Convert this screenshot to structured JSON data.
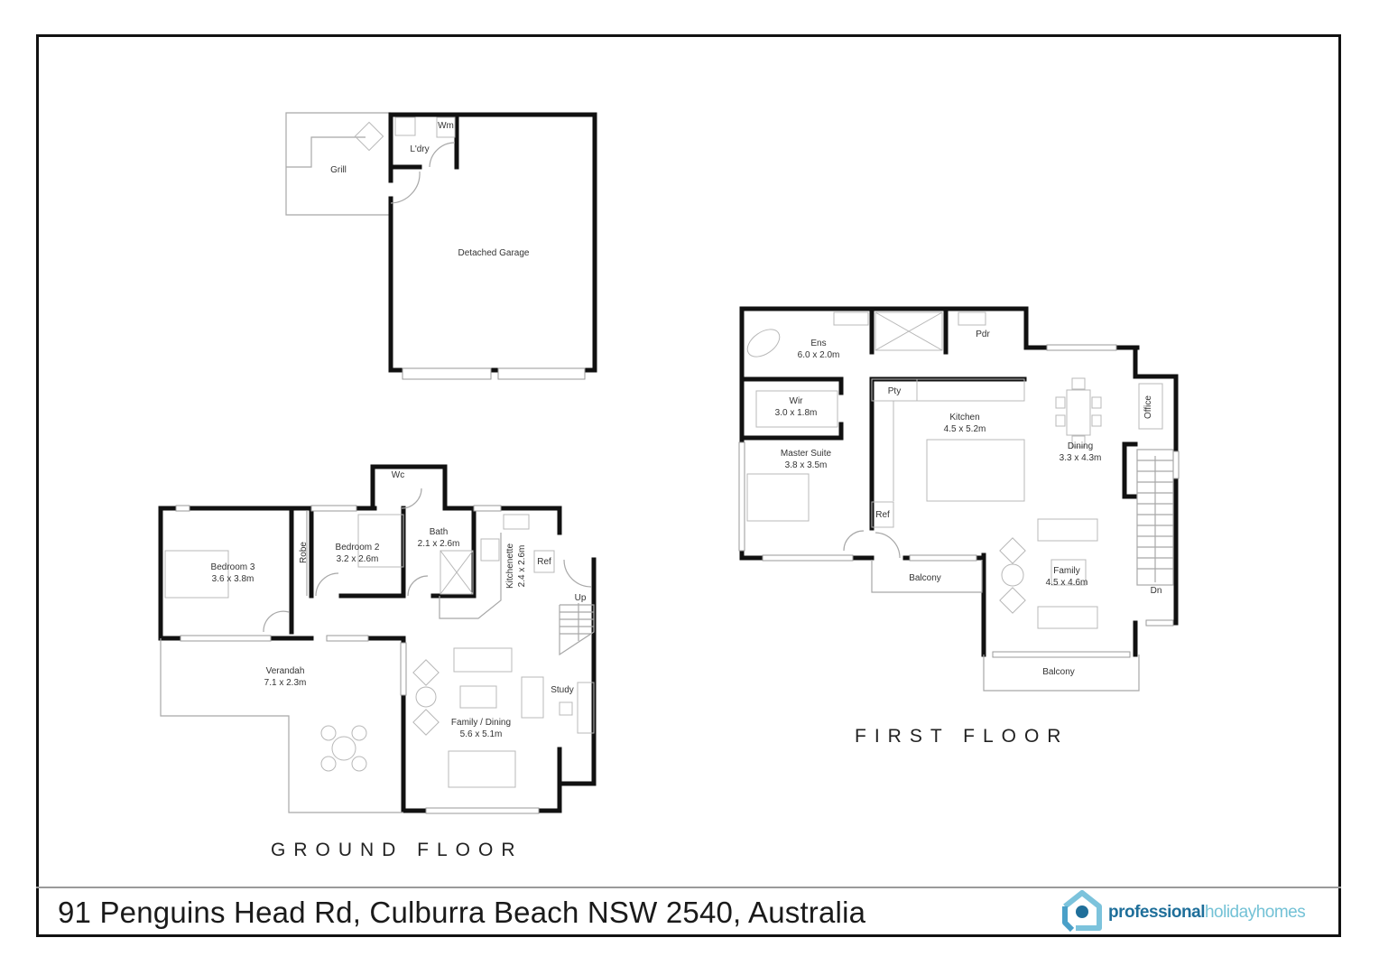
{
  "footer": {
    "address": "91 Penguins Head Rd, Culburra Beach NSW 2540, Australia",
    "brand": {
      "bold": "professional",
      "light1": "holiday",
      "light2": "homes",
      "icon": "house-logo-icon",
      "colors": {
        "primary": "#1f6f9a",
        "accent": "#74c2d6"
      }
    }
  },
  "floors": {
    "ground": {
      "title": "GROUND FLOOR",
      "rooms": {
        "grill": {
          "name": "Grill"
        },
        "laundry": {
          "name": "L'dry"
        },
        "wm": {
          "name": "Wm"
        },
        "garage": {
          "name": "Detached Garage"
        },
        "wc": {
          "name": "Wc"
        },
        "bedroom3": {
          "name": "Bedroom 3",
          "size": "3.6 x 3.8m"
        },
        "robe": {
          "name": "Robe"
        },
        "bedroom2": {
          "name": "Bedroom 2",
          "size": "3.2 x 2.6m"
        },
        "bath": {
          "name": "Bath",
          "size": "2.1 x 2.6m"
        },
        "kitchenette": {
          "name": "Kitchenette",
          "size": "2.4 x 2.6m"
        },
        "ref": {
          "name": "Ref"
        },
        "stairs_up": {
          "name": "Up"
        },
        "verandah": {
          "name": "Verandah",
          "size": "7.1 x 2.3m"
        },
        "study": {
          "name": "Study"
        },
        "family_dining": {
          "name": "Family / Dining",
          "size": "5.6 x 5.1m"
        }
      }
    },
    "first": {
      "title": "FIRST FLOOR",
      "rooms": {
        "ens": {
          "name": "Ens",
          "size": "6.0 x 2.0m"
        },
        "pdr": {
          "name": "Pdr"
        },
        "wir": {
          "name": "Wir",
          "size": "3.0 x 1.8m"
        },
        "pty": {
          "name": "Pty"
        },
        "kitchen": {
          "name": "Kitchen",
          "size": "4.5 x 5.2m"
        },
        "dining": {
          "name": "Dining",
          "size": "3.3 x 4.3m"
        },
        "office": {
          "name": "Office"
        },
        "master": {
          "name": "Master Suite",
          "size": "3.8 x 3.5m"
        },
        "ref": {
          "name": "Ref"
        },
        "balcony1": {
          "name": "Balcony"
        },
        "family": {
          "name": "Family",
          "size": "4.5 x 4.6m"
        },
        "stairs_dn": {
          "name": "Dn"
        },
        "balcony2": {
          "name": "Balcony"
        }
      }
    }
  }
}
